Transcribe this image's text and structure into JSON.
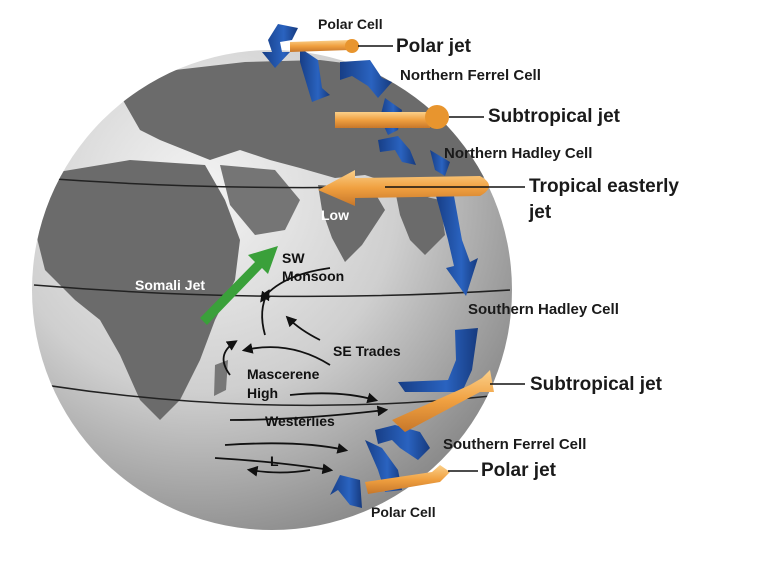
{
  "labels": {
    "polar_cell_top": "Polar Cell",
    "polar_jet_top": "Polar jet",
    "northern_ferrel_cell": "Northern Ferrel Cell",
    "subtropical_jet_north": "Subtropical jet",
    "northern_hadley_cell": "Northern Hadley Cell",
    "tropical_easterly_jet_line1": "Tropical easterly",
    "tropical_easterly_jet_line2": "jet",
    "low": "Low",
    "sw_monsoon_line1": "SW",
    "sw_monsoon_line2": "Monsoon",
    "somali_jet": "Somali Jet",
    "southern_hadley_cell": "Southern Hadley Cell",
    "se_trades": "SE Trades",
    "mascarene_high_line1": "Mascerene",
    "mascarene_high_line2": "High",
    "subtropical_jet_south": "Subtropical jet",
    "westerlies": "Westerlies",
    "southern_ferrel_cell": "Southern Ferrel Cell",
    "low_south": "L",
    "polar_jet_bottom": "Polar jet",
    "polar_cell_bottom": "Polar Cell"
  },
  "colors": {
    "globe_ocean": "#c9c9c9",
    "globe_land": "#6e6e6e",
    "cell_arrow": "#1f4fa0",
    "jet": "#f0a040",
    "somali_jet": "#3aa03a"
  }
}
